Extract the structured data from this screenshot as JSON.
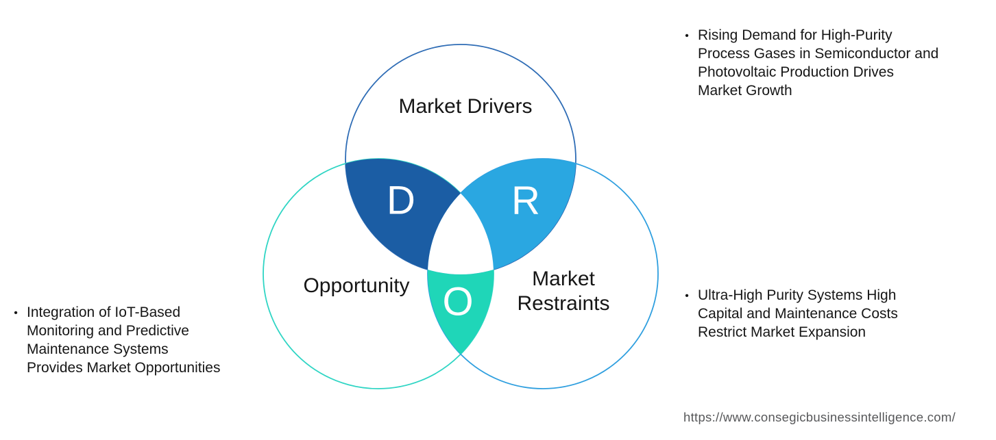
{
  "venn": {
    "circles": {
      "drivers": {
        "label": "Market Drivers",
        "stroke": "#2e6cb5"
      },
      "opportunity": {
        "label": "Opportunity",
        "stroke": "#2fd5c4"
      },
      "restraints": {
        "label": "Market Restraints",
        "stroke": "#2f9fdf"
      }
    },
    "regions": {
      "d": {
        "letter": "D",
        "fill": "#1b5da4"
      },
      "r": {
        "letter": "R",
        "fill": "#2aa7e1"
      },
      "o": {
        "letter": "O",
        "fill": "#1fd6b8"
      },
      "center_fill": "#ffffff"
    }
  },
  "bullets": {
    "marker": "•",
    "top_right": {
      "lines": [
        "Rising Demand for High-Purity",
        "Process Gases in Semiconductor and",
        "Photovoltaic Production Drives",
        "Market Growth"
      ]
    },
    "bottom_right": {
      "lines": [
        "Ultra-High Purity Systems High",
        "Capital and Maintenance Costs",
        "Restrict Market Expansion"
      ]
    },
    "left": {
      "lines": [
        "Integration of IoT-Based",
        "Monitoring and Predictive",
        "Maintenance Systems",
        "Provides Market Opportunities"
      ]
    }
  },
  "footer": {
    "url": "https://www.consegicbusinessintelligence.com/"
  }
}
